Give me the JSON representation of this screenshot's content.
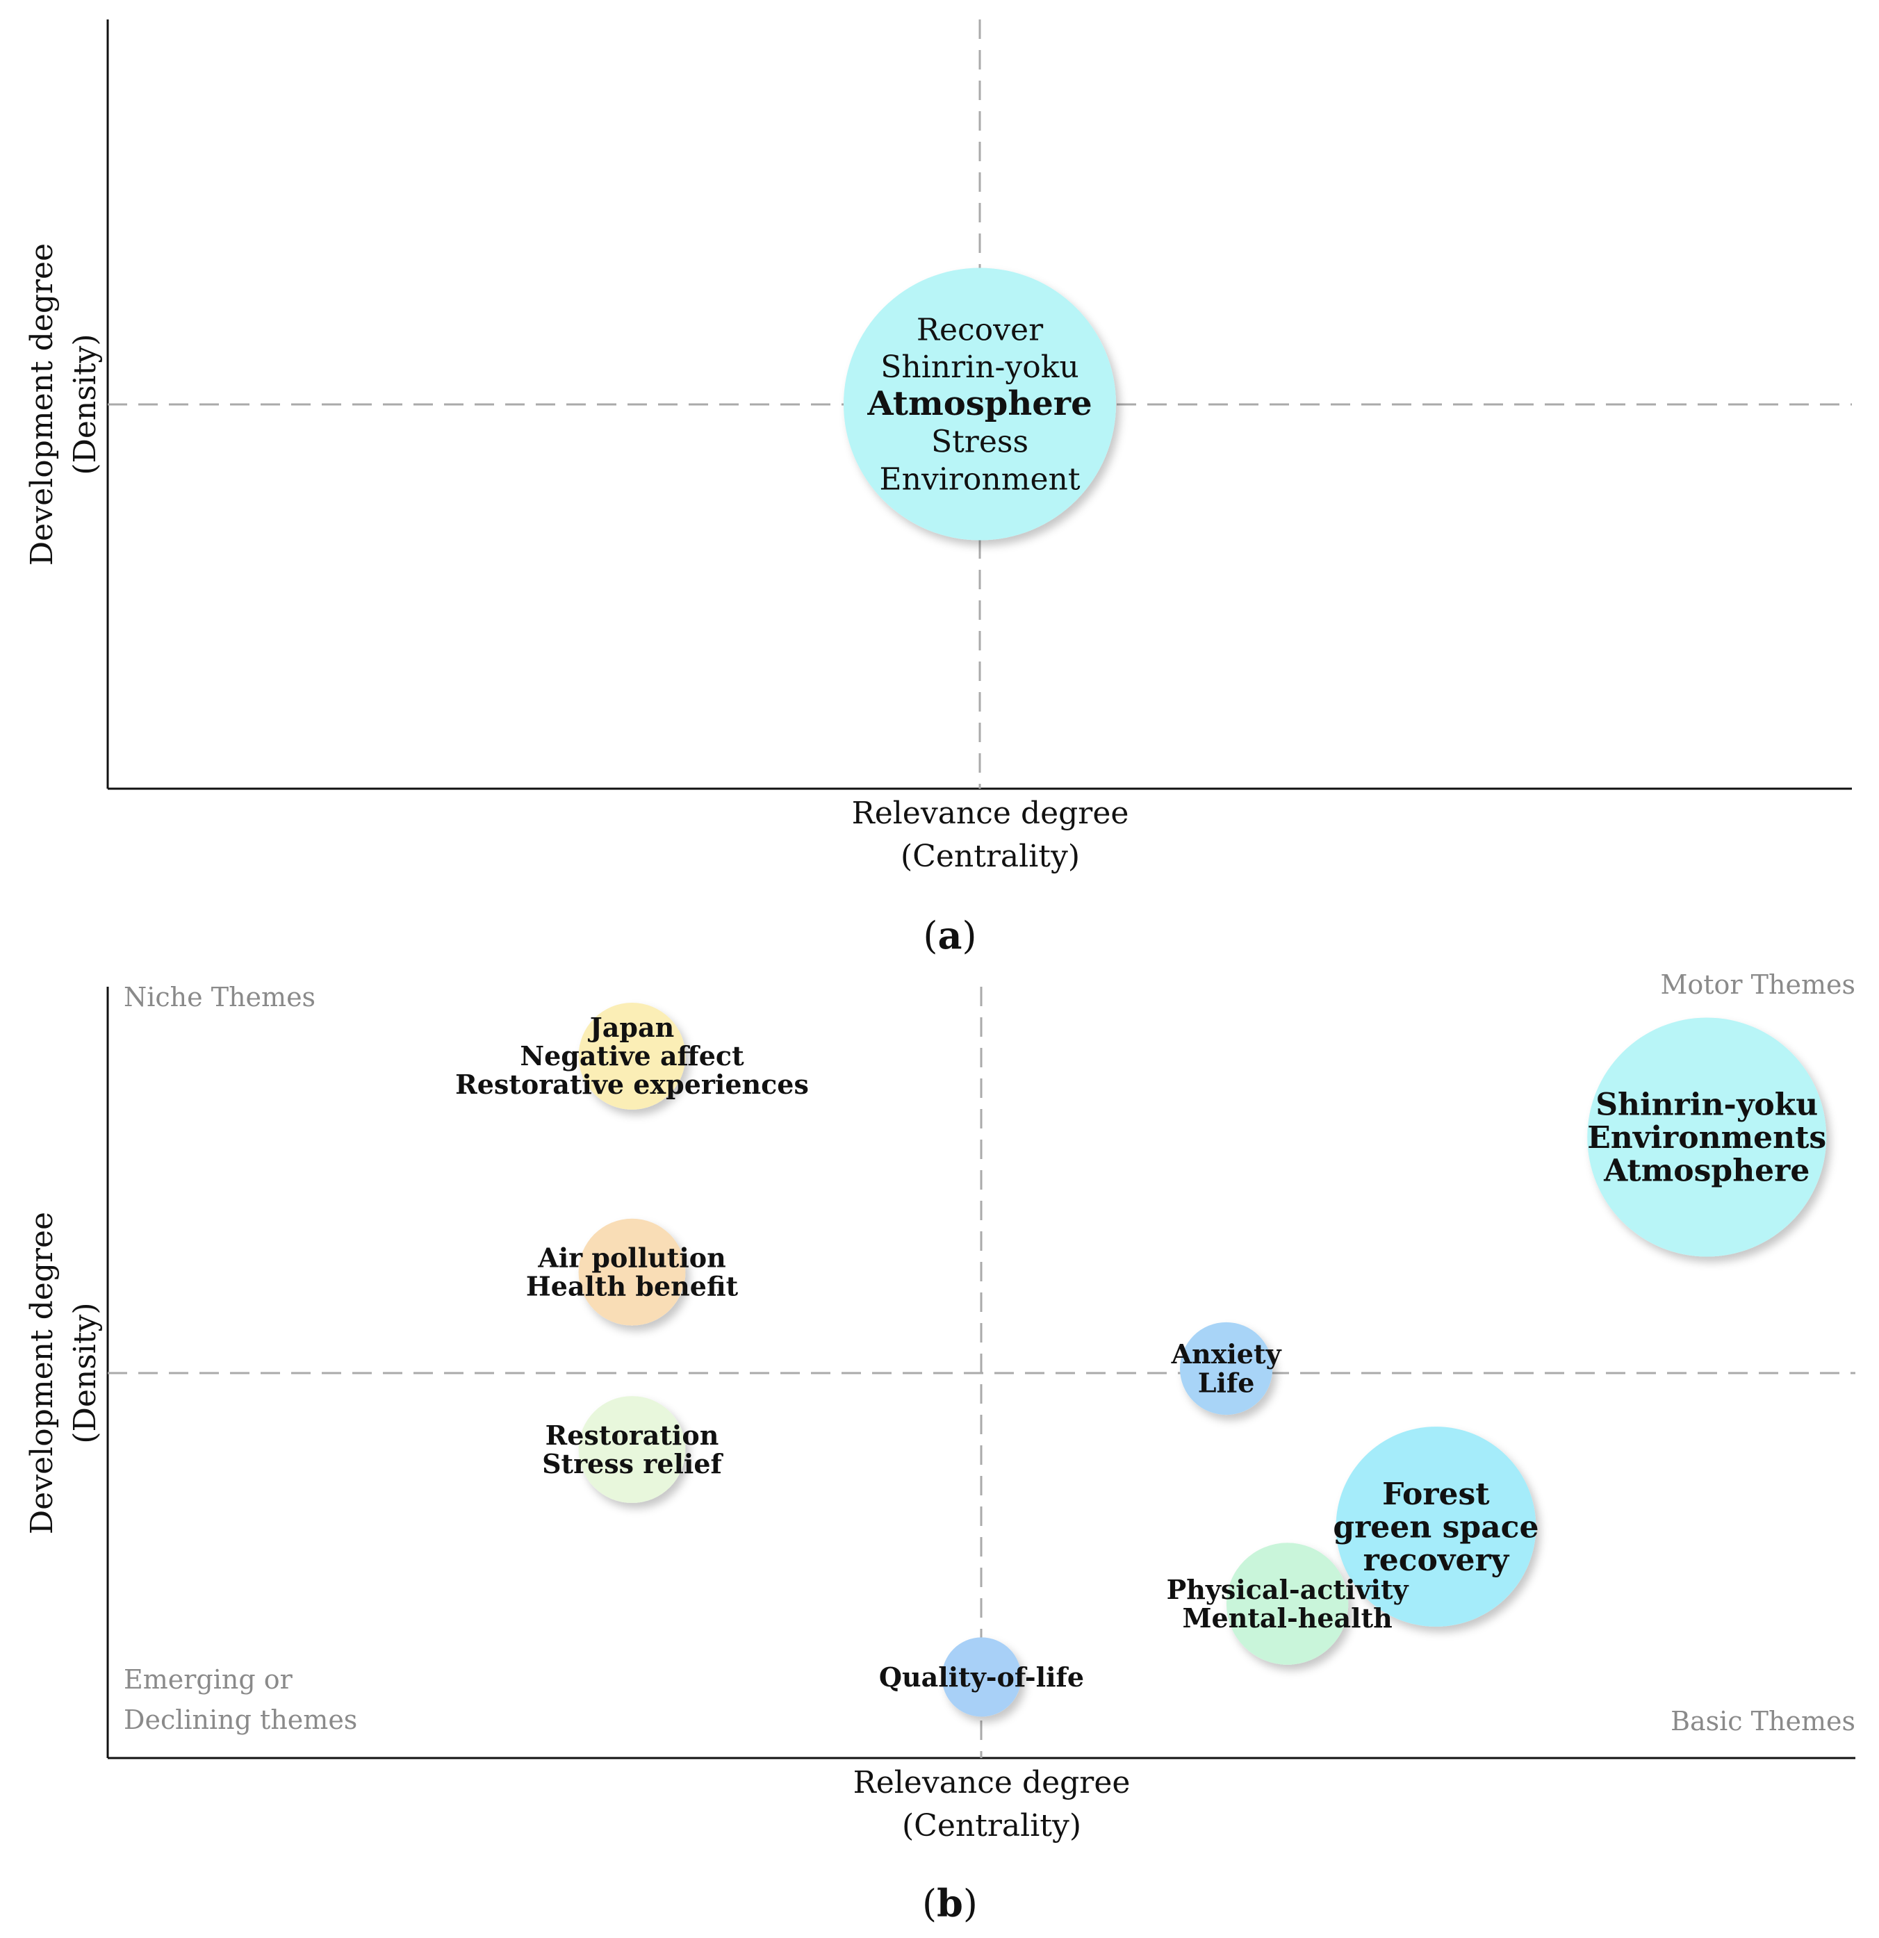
{
  "chart_data": [
    {
      "type": "scatter",
      "panel_label_prefix": "(",
      "panel_label": "a",
      "panel_label_suffix": ")",
      "xlabel": [
        "Relevance degree",
        "(Centrality)"
      ],
      "ylabel": [
        "Development degree",
        "(Density)"
      ],
      "xlim": [
        -1,
        1
      ],
      "ylim": [
        -1,
        1
      ],
      "axis_ticks": false,
      "reference_lines": "dashed lines at x = 0 and y = 0",
      "quadrant_labels": [],
      "bubbles": [
        {
          "x": 0.0,
          "y": 0.0,
          "size": 1.0,
          "color": "#b8f5f7",
          "keywords": [
            "Recover",
            "Shinrin-yoku",
            "Atmosphere",
            "Stress",
            "Environment"
          ],
          "bold": [
            "Atmosphere"
          ]
        }
      ]
    },
    {
      "type": "scatter",
      "panel_label_prefix": "(",
      "panel_label": "b",
      "panel_label_suffix": ")",
      "xlabel": [
        "Relevance degree",
        "(Centrality)"
      ],
      "ylabel": [
        "Development degree",
        "(Density)"
      ],
      "xlim": [
        -1,
        1
      ],
      "ylim": [
        -1,
        1
      ],
      "axis_ticks": false,
      "reference_lines": "dashed lines at x = 0 and y = 0",
      "quadrant_labels": {
        "top_left": [
          "Niche Themes"
        ],
        "top_right": [
          "Motor Themes"
        ],
        "bottom_left": [
          "Emerging or",
          "Declining themes"
        ],
        "bottom_right": [
          "Basic Themes"
        ]
      },
      "bubbles": [
        {
          "x": -0.4,
          "y": 0.82,
          "size": 0.2,
          "color": "#fbeeb6",
          "keywords": [
            "Japan",
            "Negative affect",
            "Restorative experiences"
          ]
        },
        {
          "x": -0.4,
          "y": 0.26,
          "size": 0.2,
          "color": "#f9ddb6",
          "keywords": [
            "Air pollution",
            "Health benefit"
          ]
        },
        {
          "x": -0.4,
          "y": -0.2,
          "size": 0.2,
          "color": "#e8f7dc",
          "keywords": [
            "Restoration",
            "Stress relief"
          ]
        },
        {
          "x": 0.83,
          "y": 0.61,
          "size": 1.0,
          "color": "#b8f5f7",
          "keywords": [
            "Shinrin-yoku",
            "Environments",
            "Atmosphere"
          ]
        },
        {
          "x": 0.28,
          "y": 0.01,
          "size": 0.15,
          "color": "#a8d4f7",
          "keywords": [
            "Anxiety",
            "Life"
          ]
        },
        {
          "x": 0.52,
          "y": -0.4,
          "size": 0.7,
          "color": "#a5ecfa",
          "keywords": [
            "Forest",
            "green space",
            "recovery"
          ]
        },
        {
          "x": 0.35,
          "y": -0.6,
          "size": 0.26,
          "color": "#c9f5da",
          "keywords": [
            "Physical-activity",
            "Mental-health"
          ]
        },
        {
          "x": 0.0,
          "y": -0.79,
          "size": 0.11,
          "color": "#a8d0f7",
          "keywords": [
            "Quality-of-life"
          ]
        }
      ]
    }
  ]
}
